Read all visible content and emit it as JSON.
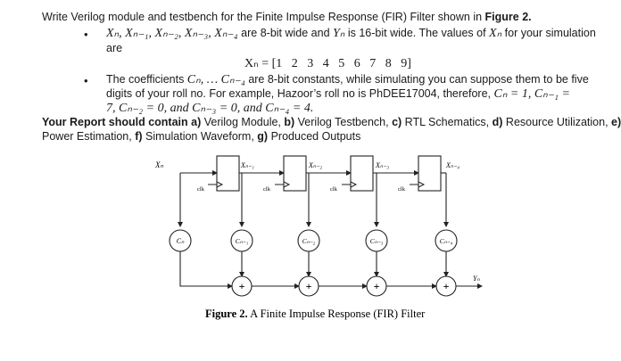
{
  "problem": {
    "intro_text": "Write Verilog module and testbench for the Finite Impulse Response (FIR) Filter shown in ",
    "intro_fig_ref": "Figure 2.",
    "bullet1": {
      "vars": "Xₙ, Xₙ₋₁, Xₙ₋₂, Xₙ₋₃, Xₙ₋₄",
      "text_a": " are 8-bit wide and ",
      "yn": "Yₙ",
      "text_b": " is 16-bit wide. The values of ",
      "xn": "Xₙ",
      "text_c": " for your simulation",
      "text_d": "are"
    },
    "equation": "Xₙ = [1   2   3   4   5   6   7   8   9]",
    "bullet2": {
      "text_a": "The coefficients ",
      "coef_range": "Cₙ, … Cₙ₋₄",
      "text_b": " are 8-bit constants, while simulating you can suppose them to be five",
      "line2": "digits of your roll no. For example, Hazoor’s roll no is PhDEE17004, therefore, ",
      "line2_math": "Cₙ = 1, Cₙ₋₁ =",
      "line3": "7, Cₙ₋₂ = 0, and Cₙ₋₃ = 0, and Cₙ₋₄ = 4."
    },
    "report": {
      "lead": "Your Report should contain ",
      "items_line1": [
        {
          "key": "a)",
          "text": " Verilog Module, "
        },
        {
          "key": "b)",
          "text": " Verilog Testbench, "
        },
        {
          "key": "c)",
          "text": " RTL Schematics, "
        },
        {
          "key": "d)",
          "text": " Resource Utilization, "
        },
        {
          "key": "e)",
          "text": ""
        }
      ],
      "items_line2": [
        {
          "key": "",
          "text": "Power Estimation, "
        },
        {
          "key": "f)",
          "text": " Simulation Waveform, "
        },
        {
          "key": "g)",
          "text": " Produced Outputs"
        }
      ]
    }
  },
  "figure": {
    "input_label": "Xₙ",
    "output_label": "Yₙ",
    "register_outputs": [
      "Xₙ₋₁",
      "Xₙ₋₂",
      "Xₙ₋₃",
      "Xₙ₋₄"
    ],
    "clk_label": "clk",
    "coefficients": [
      "Cₙ",
      "Cₙ₋₁",
      "Cₙ₋₂",
      "Cₙ₋₃",
      "Cₙ₋₄"
    ],
    "adder_symbol": "+",
    "caption_bold": "Figure 2.",
    "caption_text": " A Finite Impulse Response (FIR) Filter"
  }
}
